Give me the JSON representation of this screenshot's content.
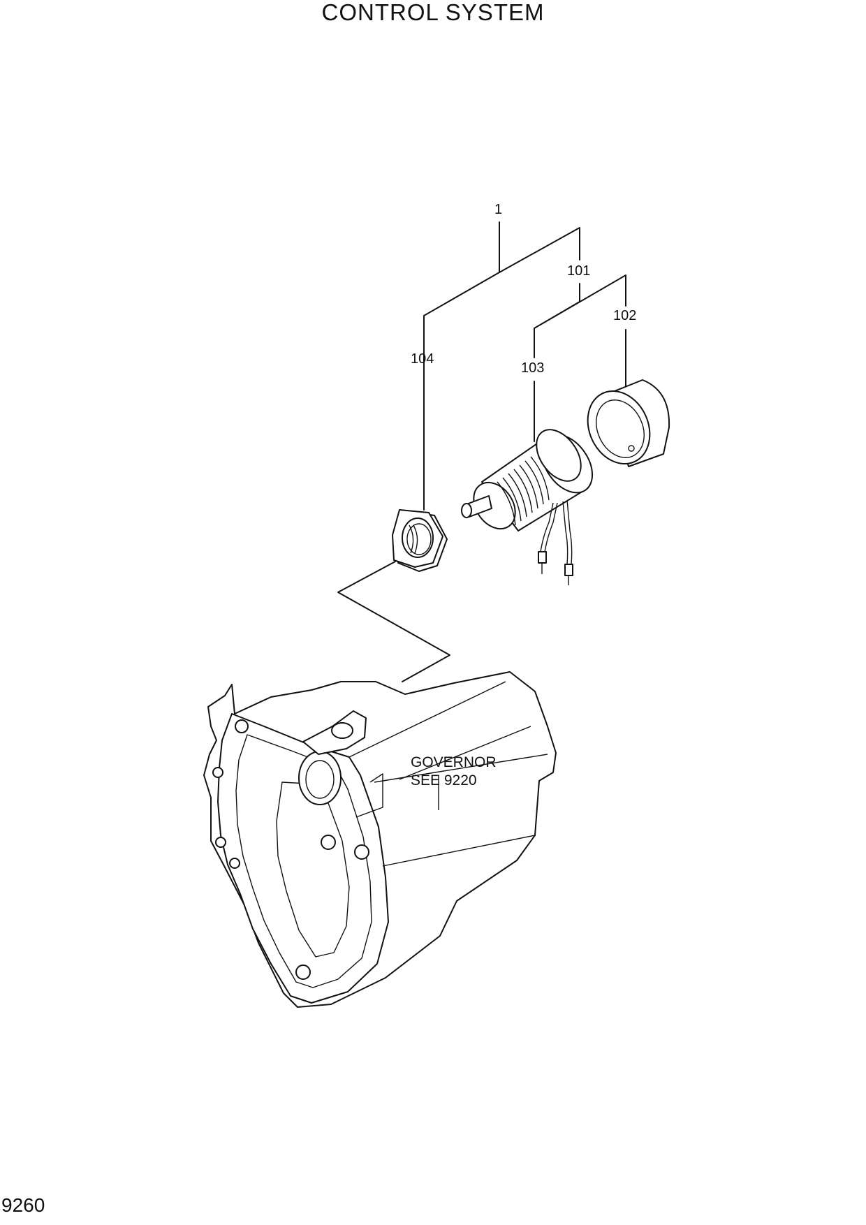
{
  "header": {
    "title": "CONTROL SYSTEM"
  },
  "footer": {
    "page_number": "9260"
  },
  "diagram": {
    "callouts": {
      "assembly": "1",
      "sub_assembly": "101",
      "ring": "102",
      "sender": "103",
      "nut": "104"
    },
    "note": {
      "line1": "GOVERNOR",
      "line2": "SEE 9220"
    }
  }
}
